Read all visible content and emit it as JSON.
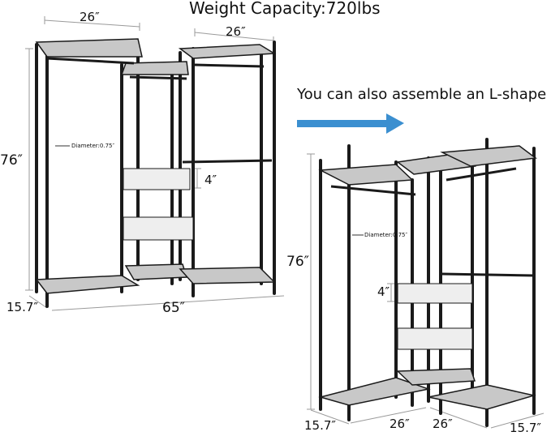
{
  "header": {
    "title": "Weight Capacity:720lbs",
    "subtitle": "You can also assemble an L-shape"
  },
  "arrow": {
    "color": "#3b8fd0",
    "direction": "right"
  },
  "colors": {
    "frame": "#1a1a1a",
    "dimension_line": "#999999",
    "mesh": "#555555"
  },
  "config_straight": {
    "name": "straight",
    "dimensions": {
      "top_left_width": "26″",
      "top_right_width": "26″",
      "height": "76″",
      "depth": "15.7″",
      "total_width": "65″",
      "basket_height": "4″",
      "pole_diameter": "Diameter:0.75″"
    }
  },
  "config_l_shape": {
    "name": "l-shape",
    "dimensions": {
      "height": "76″",
      "depth_left": "15.7″",
      "width_left": "26″",
      "width_right": "26″",
      "depth_right": "15.7″",
      "basket_height": "4″",
      "pole_diameter": "Diameter:0.75″"
    }
  }
}
